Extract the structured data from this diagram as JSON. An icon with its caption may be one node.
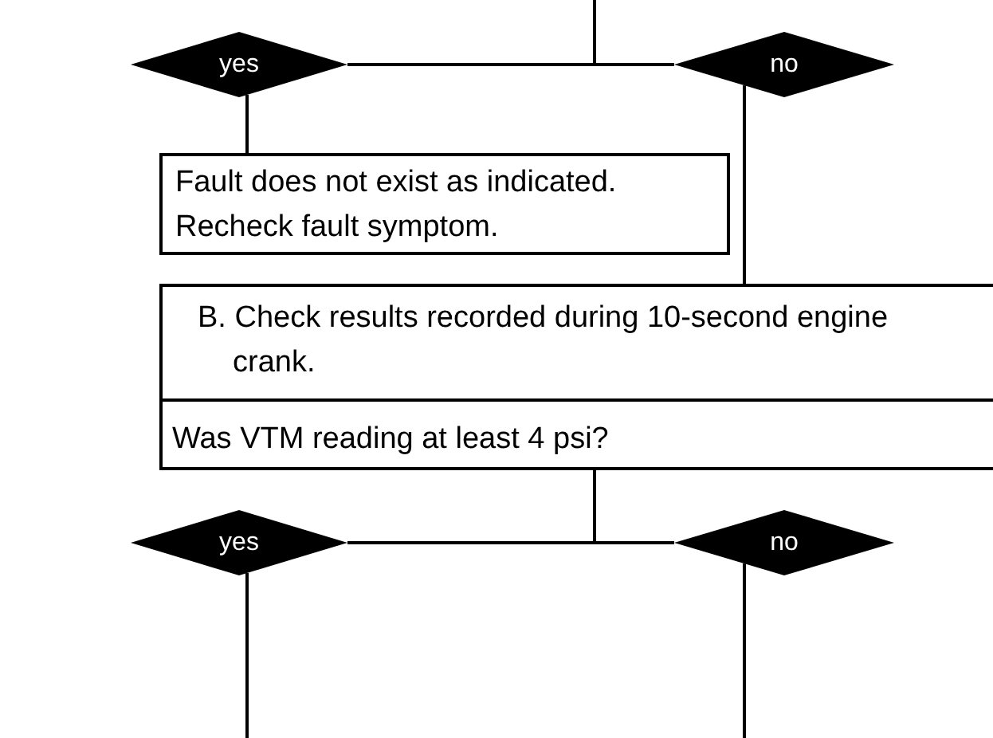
{
  "diagram": {
    "nodes": [
      {
        "text": [
          "yes"
        ]
      },
      {
        "text": [
          "no"
        ]
      },
      {
        "text": [
          "Fault does not exist as indicated. Recheck fault symptom."
        ]
      },
      {
        "text": [
          "B. Check results recorded during 10-second engine crank.",
          "Was VTM reading at least 4 psi?"
        ]
      },
      {
        "text": [
          "yes"
        ]
      },
      {
        "text": [
          "no"
        ]
      }
    ],
    "edges": [
      {
        "from": null,
        "to": 0,
        "arrow": "none"
      },
      {
        "from": null,
        "to": 1,
        "arrow": "none"
      },
      {
        "from": 0,
        "to": 2,
        "arrow": "none"
      },
      {
        "from": 1,
        "to": 3,
        "arrow": "none"
      },
      {
        "from": 3,
        "to": 4,
        "arrow": "none"
      },
      {
        "from": 3,
        "to": 5,
        "arrow": "none"
      },
      {
        "from": 4,
        "to": null,
        "arrow": "none"
      },
      {
        "from": 5,
        "to": null,
        "arrow": "none"
      }
    ]
  }
}
